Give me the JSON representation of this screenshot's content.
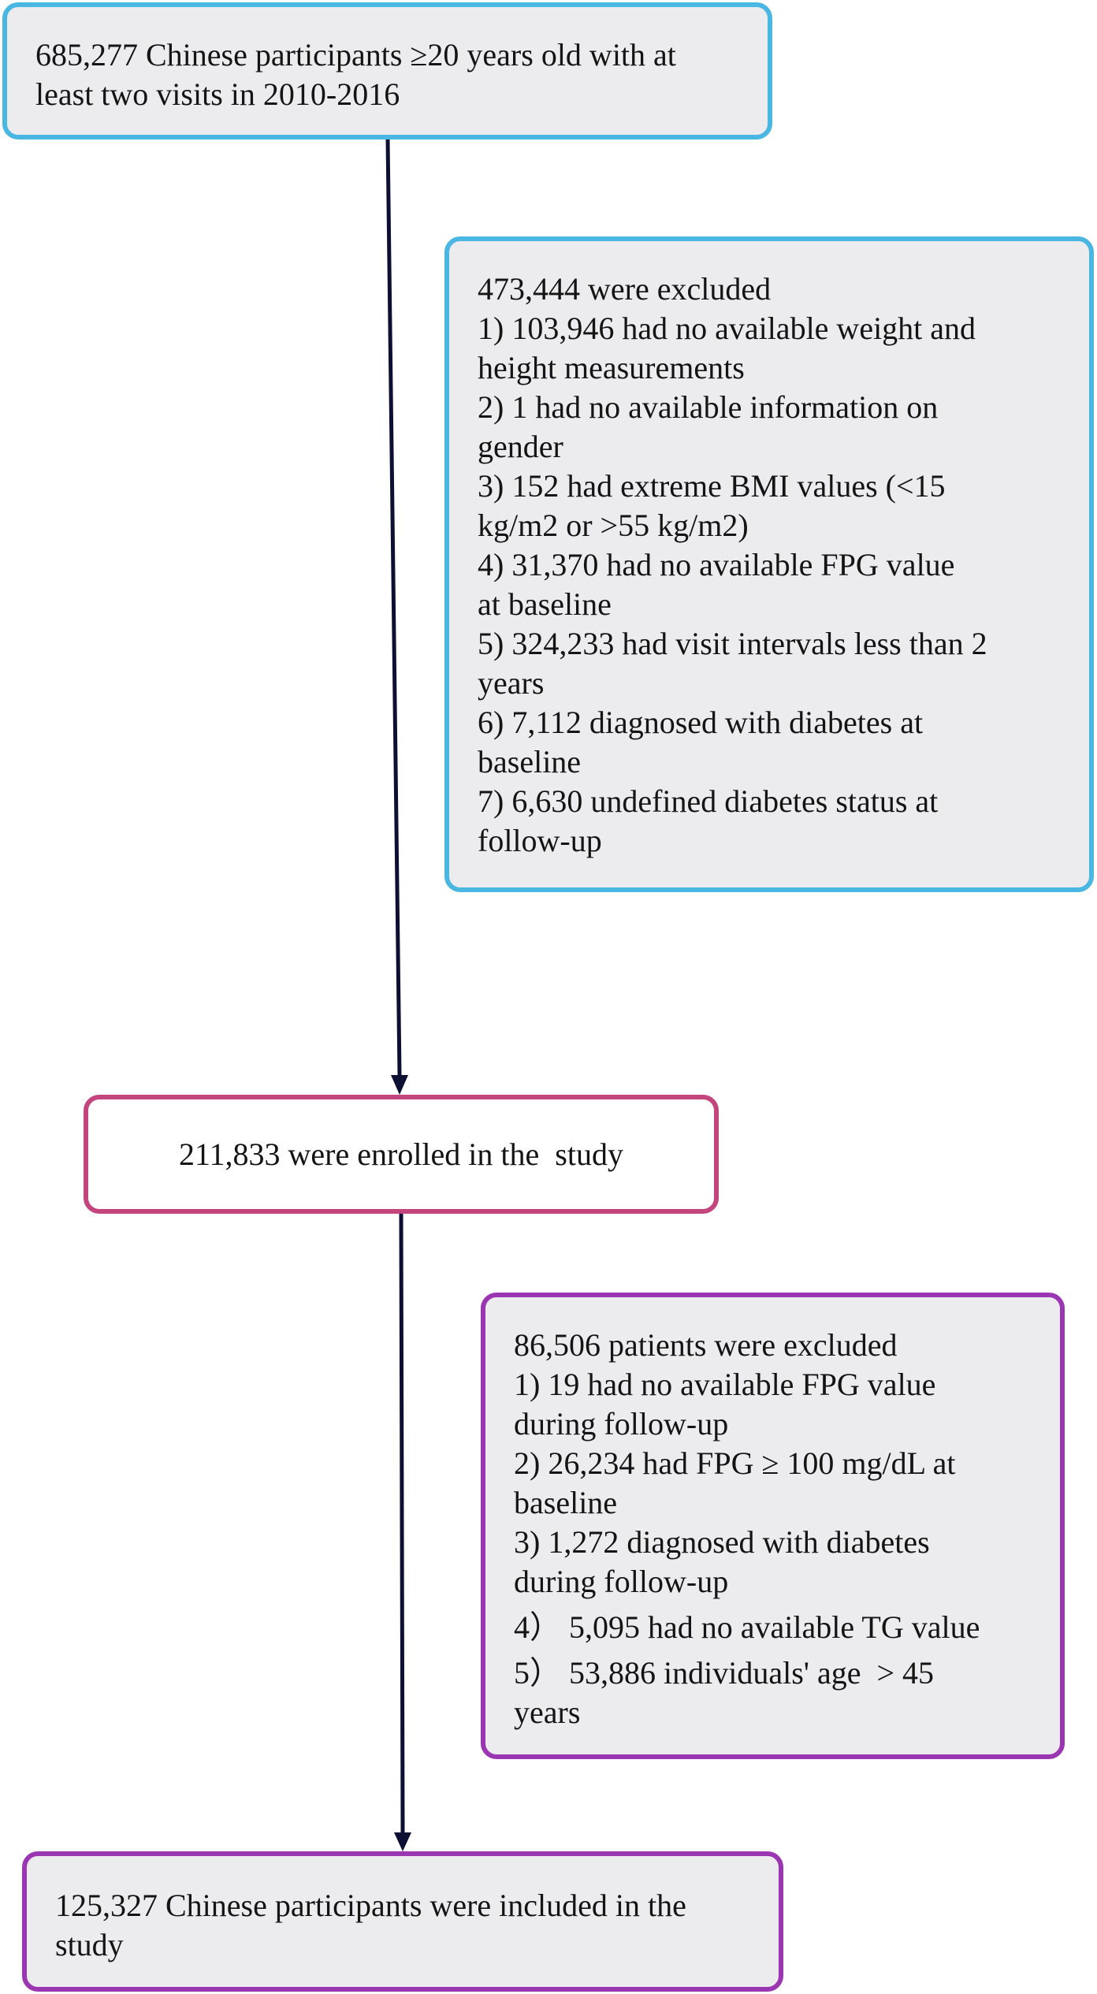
{
  "flowchart": {
    "start": {
      "lines": [
        "685,277 Chinese participants ≥20 years old with at",
        "least two visits in 2010-2016"
      ]
    },
    "exclusion_1": {
      "heading": "473,444 were excluded",
      "lines": [
        "1) 103,946 had no available weight and",
        "height measurements",
        "2) 1 had no available information on",
        "gender",
        "3) 152 had extreme BMI values (<15",
        "kg/m2 or >55 kg/m2)",
        "4) 31,370 had no available FPG value",
        "at baseline",
        "5) 324,233 had visit intervals less than 2",
        "years",
        "6) 7,112 diagnosed with diabetes at",
        "baseline",
        "7) 6,630 undefined diabetes status at",
        "follow-up"
      ]
    },
    "enrolled": {
      "text": "211,833 were enrolled in the  study"
    },
    "exclusion_2": {
      "heading": "86,506 patients were excluded",
      "lines": [
        "1) 19 had no available FPG value",
        "during follow-up",
        "2) 26,234 had FPG ≥ 100 mg/dL at",
        "baseline",
        "3) 1,272 diagnosed  with diabetes",
        "during follow-up",
        "4） 5,095 had no available TG value",
        "5） 53,886 individuals' age  > 45",
        "years"
      ]
    },
    "final": {
      "lines": [
        "125,327 Chinese participants were included in the",
        "study"
      ]
    },
    "colors": {
      "blue_border": "#4ab6e2",
      "pink_border": "#c3457d",
      "purple_border": "#9b36b2",
      "box_fill": "#ececef",
      "arrow": "#0d1033"
    }
  }
}
